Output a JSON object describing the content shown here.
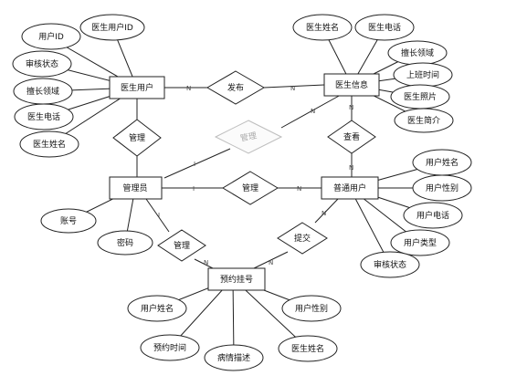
{
  "entities": {
    "doctor_user": "医生用户",
    "doctor_info": "医生信息",
    "admin": "管理员",
    "normal_user": "普通用户",
    "appointment": "预约挂号"
  },
  "relations": {
    "publish": "发布",
    "manage_doctor_user": "管理",
    "manage_doctor_info": "管理",
    "manage_normal_user": "管理",
    "manage_appointment": "管理",
    "view": "查看",
    "submit": "提交"
  },
  "attributes": {
    "doctor_user": [
      "用户ID",
      "医生用户ID",
      "审核状态",
      "擅长领域",
      "医生电话",
      "医生姓名"
    ],
    "doctor_info": [
      "医生姓名",
      "医生电话",
      "擅长领域",
      "上班时间",
      "医生照片",
      "医生简介"
    ],
    "admin": [
      "账号",
      "密码"
    ],
    "normal_user": [
      "用户姓名",
      "用户性别",
      "用户电话",
      "用户类型",
      "审核状态"
    ],
    "appointment": [
      "用户姓名",
      "用户性别",
      "预约时间",
      "病情描述",
      "医生姓名"
    ]
  },
  "cardinalities": {
    "publish_left": "N",
    "publish_right": "N",
    "manage_info_left": "I",
    "manage_info_right": "N",
    "view_top": "N",
    "view_bottom": "N",
    "manage_user_left": "I",
    "manage_user_right": "N",
    "manage_appt_top": "I",
    "manage_appt_bottom": "N",
    "submit_top": "N",
    "submit_bottom": "N"
  }
}
